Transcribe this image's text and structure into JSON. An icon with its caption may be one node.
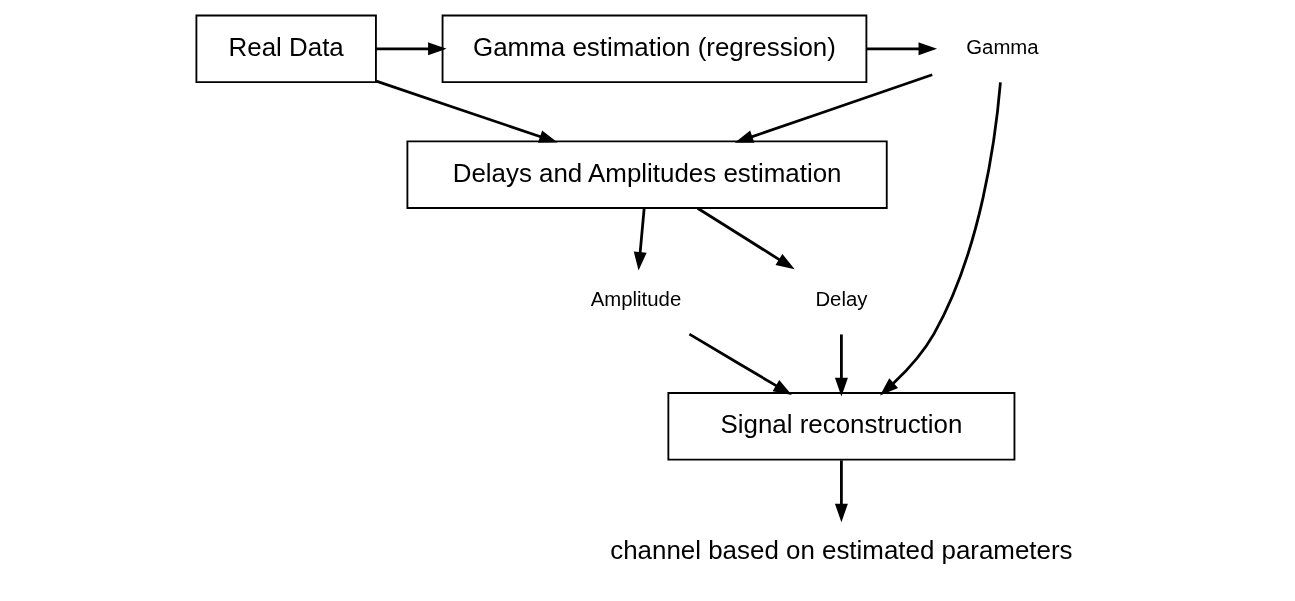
{
  "diagram": {
    "nodes": [
      {
        "text": [
          "Real Data"
        ]
      },
      {
        "text": [
          "Gamma estimation (regression)"
        ]
      },
      {
        "text": [
          "Gamma"
        ]
      },
      {
        "text": [
          "Delays and Amplitudes estimation"
        ]
      },
      {
        "text": [
          "Amplitude"
        ]
      },
      {
        "text": [
          "Delay"
        ]
      },
      {
        "text": [
          "Signal reconstruction"
        ]
      },
      {
        "text": [
          "channel based on estimated parameters"
        ]
      }
    ],
    "edges": [
      {
        "from": 0,
        "to": 1,
        "arrow": "to"
      },
      {
        "from": 0,
        "to": 3,
        "arrow": "to"
      },
      {
        "from": 1,
        "to": 2,
        "arrow": "to"
      },
      {
        "from": 2,
        "to": 3,
        "arrow": "to"
      },
      {
        "from": 2,
        "to": 6,
        "arrow": "to"
      },
      {
        "from": 3,
        "to": 4,
        "arrow": "to"
      },
      {
        "from": 3,
        "to": 5,
        "arrow": "to"
      },
      {
        "from": 4,
        "to": 6,
        "arrow": "to"
      },
      {
        "from": 5,
        "to": 6,
        "arrow": "to"
      },
      {
        "from": 6,
        "to": 7,
        "arrow": "to"
      }
    ]
  }
}
